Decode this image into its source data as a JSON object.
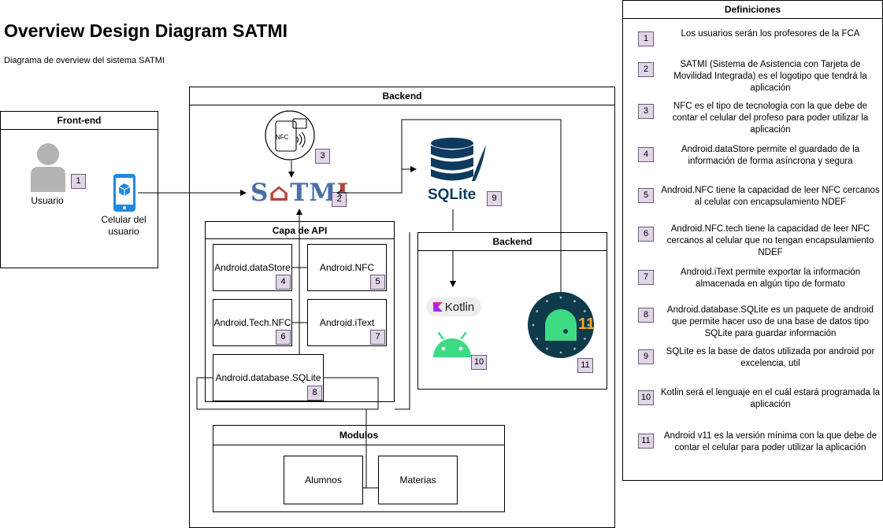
{
  "header": {
    "title": "Overview Design Diagram SATMI",
    "subtitle": "Diagrama de overview del sistema SATMI"
  },
  "frontend": {
    "title": "Front-end",
    "user_label": "Usuario",
    "phone_label": "Celular del usuario",
    "badge_user": "1"
  },
  "backend": {
    "title": "Backend",
    "logo_text": "SATMI",
    "nfc_text": "NFC",
    "badge_nfc": "3",
    "badge_logo": "2"
  },
  "api": {
    "title": "Capa de API",
    "items": [
      {
        "label": "Android.dataStore",
        "badge": "4"
      },
      {
        "label": "Android.NFC",
        "badge": "5"
      },
      {
        "label": "Android.Tech.NFC",
        "badge": "6"
      },
      {
        "label": "Android.iText",
        "badge": "7"
      },
      {
        "label": "Android.database.SQLite",
        "badge": "8"
      }
    ]
  },
  "sqlite": {
    "label": "SQLite",
    "badge": "9"
  },
  "inner_backend": {
    "title": "Backend",
    "kotlin_text": "Kotlin",
    "badge_kotlin": "10",
    "android11_text": "11",
    "badge_android11": "11"
  },
  "modulos": {
    "title": "Modulos",
    "items": [
      "Alumnos",
      "Materias"
    ]
  },
  "definitions": {
    "title": "Definiciones",
    "items": [
      {
        "num": "1",
        "text": "Los usuarios serán los profesores de la FCA"
      },
      {
        "num": "2",
        "text": "SATMI (Sistema de Asistencia con Tarjeta de Movilidad Integrada) es el logotipo que tendrá la aplicación"
      },
      {
        "num": "3",
        "text": "NFC es el tipo de tecnología con la que debe de contar el celular del profeso para poder utilizar la aplicación"
      },
      {
        "num": "4",
        "text": "Android.dataStore permite el guardado de la información de forma asíncrona y segura"
      },
      {
        "num": "5",
        "text": "Android.NFC tiene la capacidad de leer NFC cercanos al celular con encapsulamiento NDEF"
      },
      {
        "num": "6",
        "text": "Android.NFC.tech tiene la capacidad de leer NFC cercanos al celular que no tengan encapsulamiento NDEF"
      },
      {
        "num": "7",
        "text": "Android.iText permite exportar la información almacenada en algún tipo de formato"
      },
      {
        "num": "8",
        "text": "Android.database.SQLite es un paquete de android que permite hacer uso de una base de datos tipo SQLite para guardar información"
      },
      {
        "num": "9",
        "text": "SQLite es la base de datos utilizada por android por excelencia, util"
      },
      {
        "num": "10",
        "text": "Kotlin será el lenguaje en el cuál estará programada la aplicación"
      },
      {
        "num": "11",
        "text": "Android v11 es la versión mínima con la que debe de contar el celular para poder utilizar la aplicación"
      }
    ]
  },
  "colors": {
    "badge_fill": "#e1d5e7",
    "android_green": "#3ddc84",
    "phone_blue": "#1e88e5",
    "logo_blue": "#4a6fa5",
    "logo_red": "#b5443a",
    "db_navy": "#0f3a5f"
  }
}
